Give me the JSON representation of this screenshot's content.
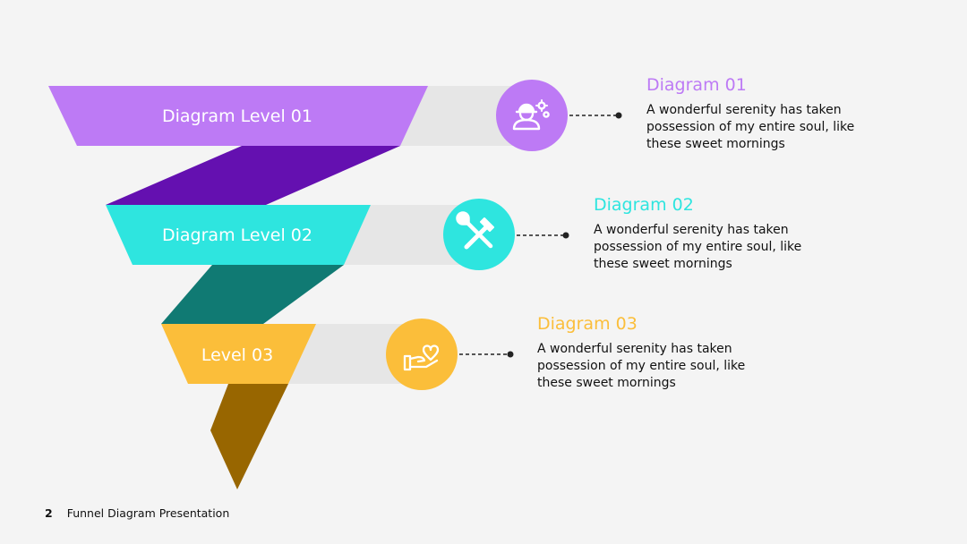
{
  "slide": {
    "page_number": "2",
    "footer_title": "Funnel Diagram Presentation"
  },
  "levels": [
    {
      "label": "Diagram Level 01",
      "icon": "worker-gears-icon",
      "color": "#bd7af5",
      "fold_color": "#6410b0",
      "title": "Diagram 01",
      "description": "A wonderful serenity has taken possession of my entire soul, like these sweet mornings"
    },
    {
      "label": "Diagram Level 02",
      "icon": "tools-icon",
      "color": "#2ee5df",
      "fold_color": "#107a73",
      "title": "Diagram 02",
      "description": "A wonderful serenity has taken possession of my entire soul, like these sweet mornings"
    },
    {
      "label": "Level 03",
      "icon": "hand-heart-icon",
      "color": "#fbbe3a",
      "fold_color": "#986600",
      "title": "Diagram 03",
      "description": "A wonderful serenity has taken possession of my entire soul, like these sweet mornings"
    }
  ],
  "colors": {
    "background": "#f4f4f4",
    "band": "#e6e6e6"
  }
}
